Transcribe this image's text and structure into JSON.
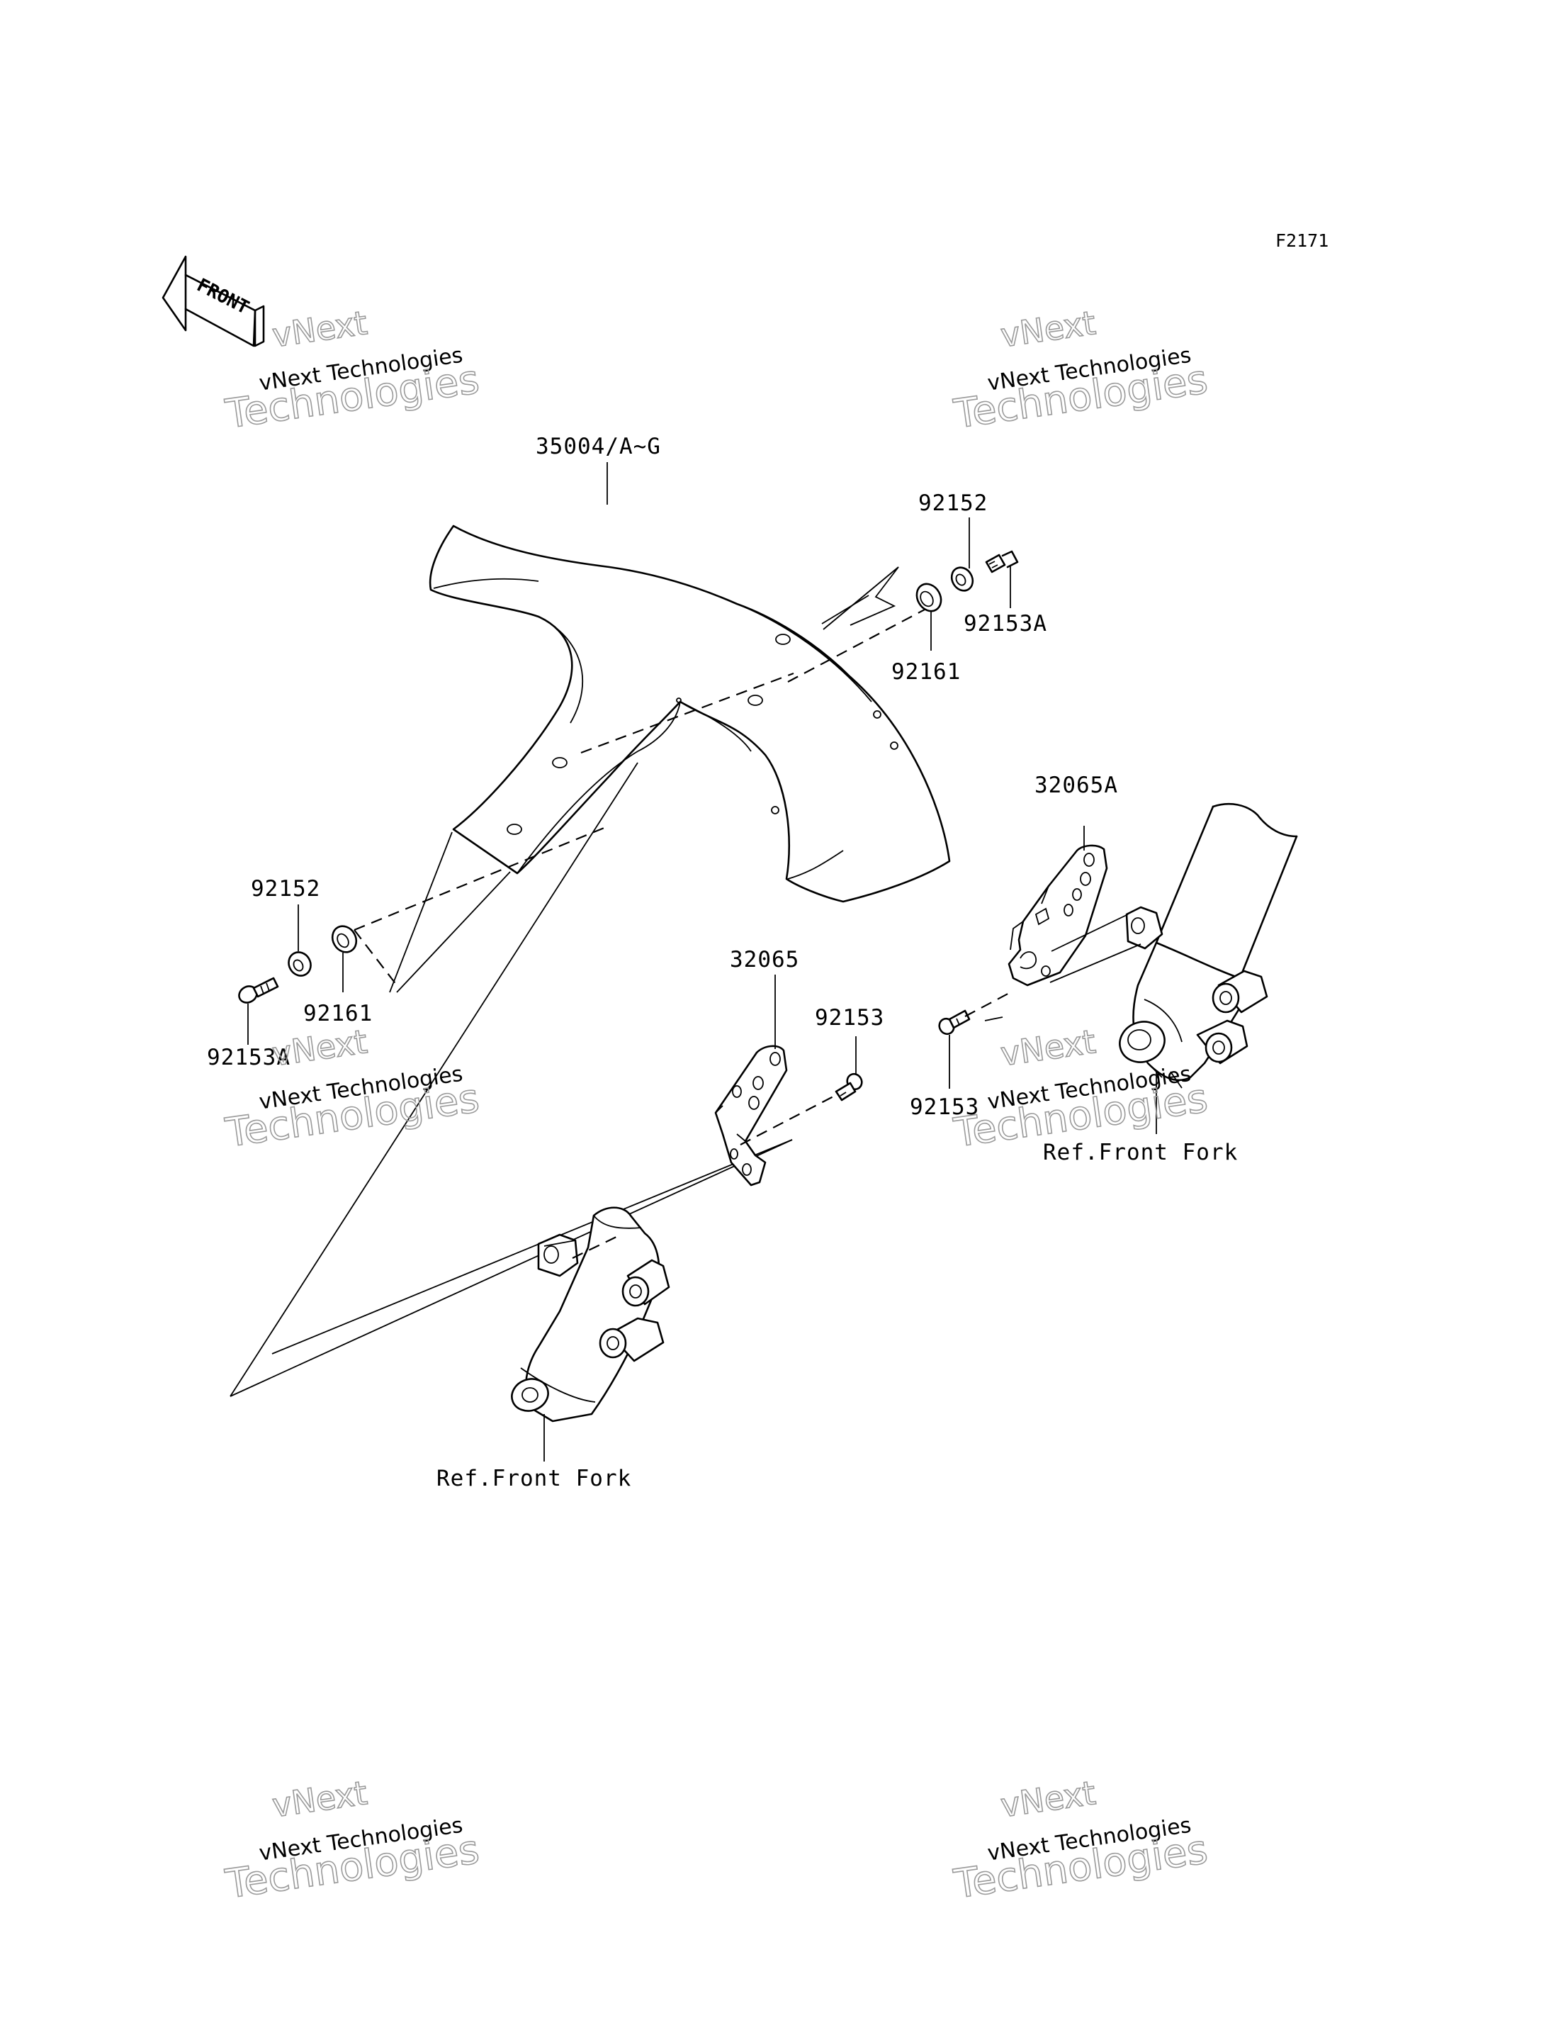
{
  "figure_code": "F2171",
  "front_badge": "FRONT",
  "labels": {
    "front_fender": "35004/A~G",
    "bracket_left": "32065",
    "bracket_right": "32065A",
    "collar_upper": "92152",
    "collar_lower": "92152",
    "grommet_upper": "92161",
    "grommet_lower": "92161",
    "bolt_upper_a": "92153A",
    "bolt_lower_a": "92153A",
    "bolt_center": "92153",
    "bolt_right": "92153",
    "ref_fork_left": "Ref.Front Fork",
    "ref_fork_right": "Ref.Front Fork"
  },
  "watermark": {
    "line_small": "vNext Technologies",
    "line_brand": "vNext",
    "line_big": "Technologies"
  }
}
